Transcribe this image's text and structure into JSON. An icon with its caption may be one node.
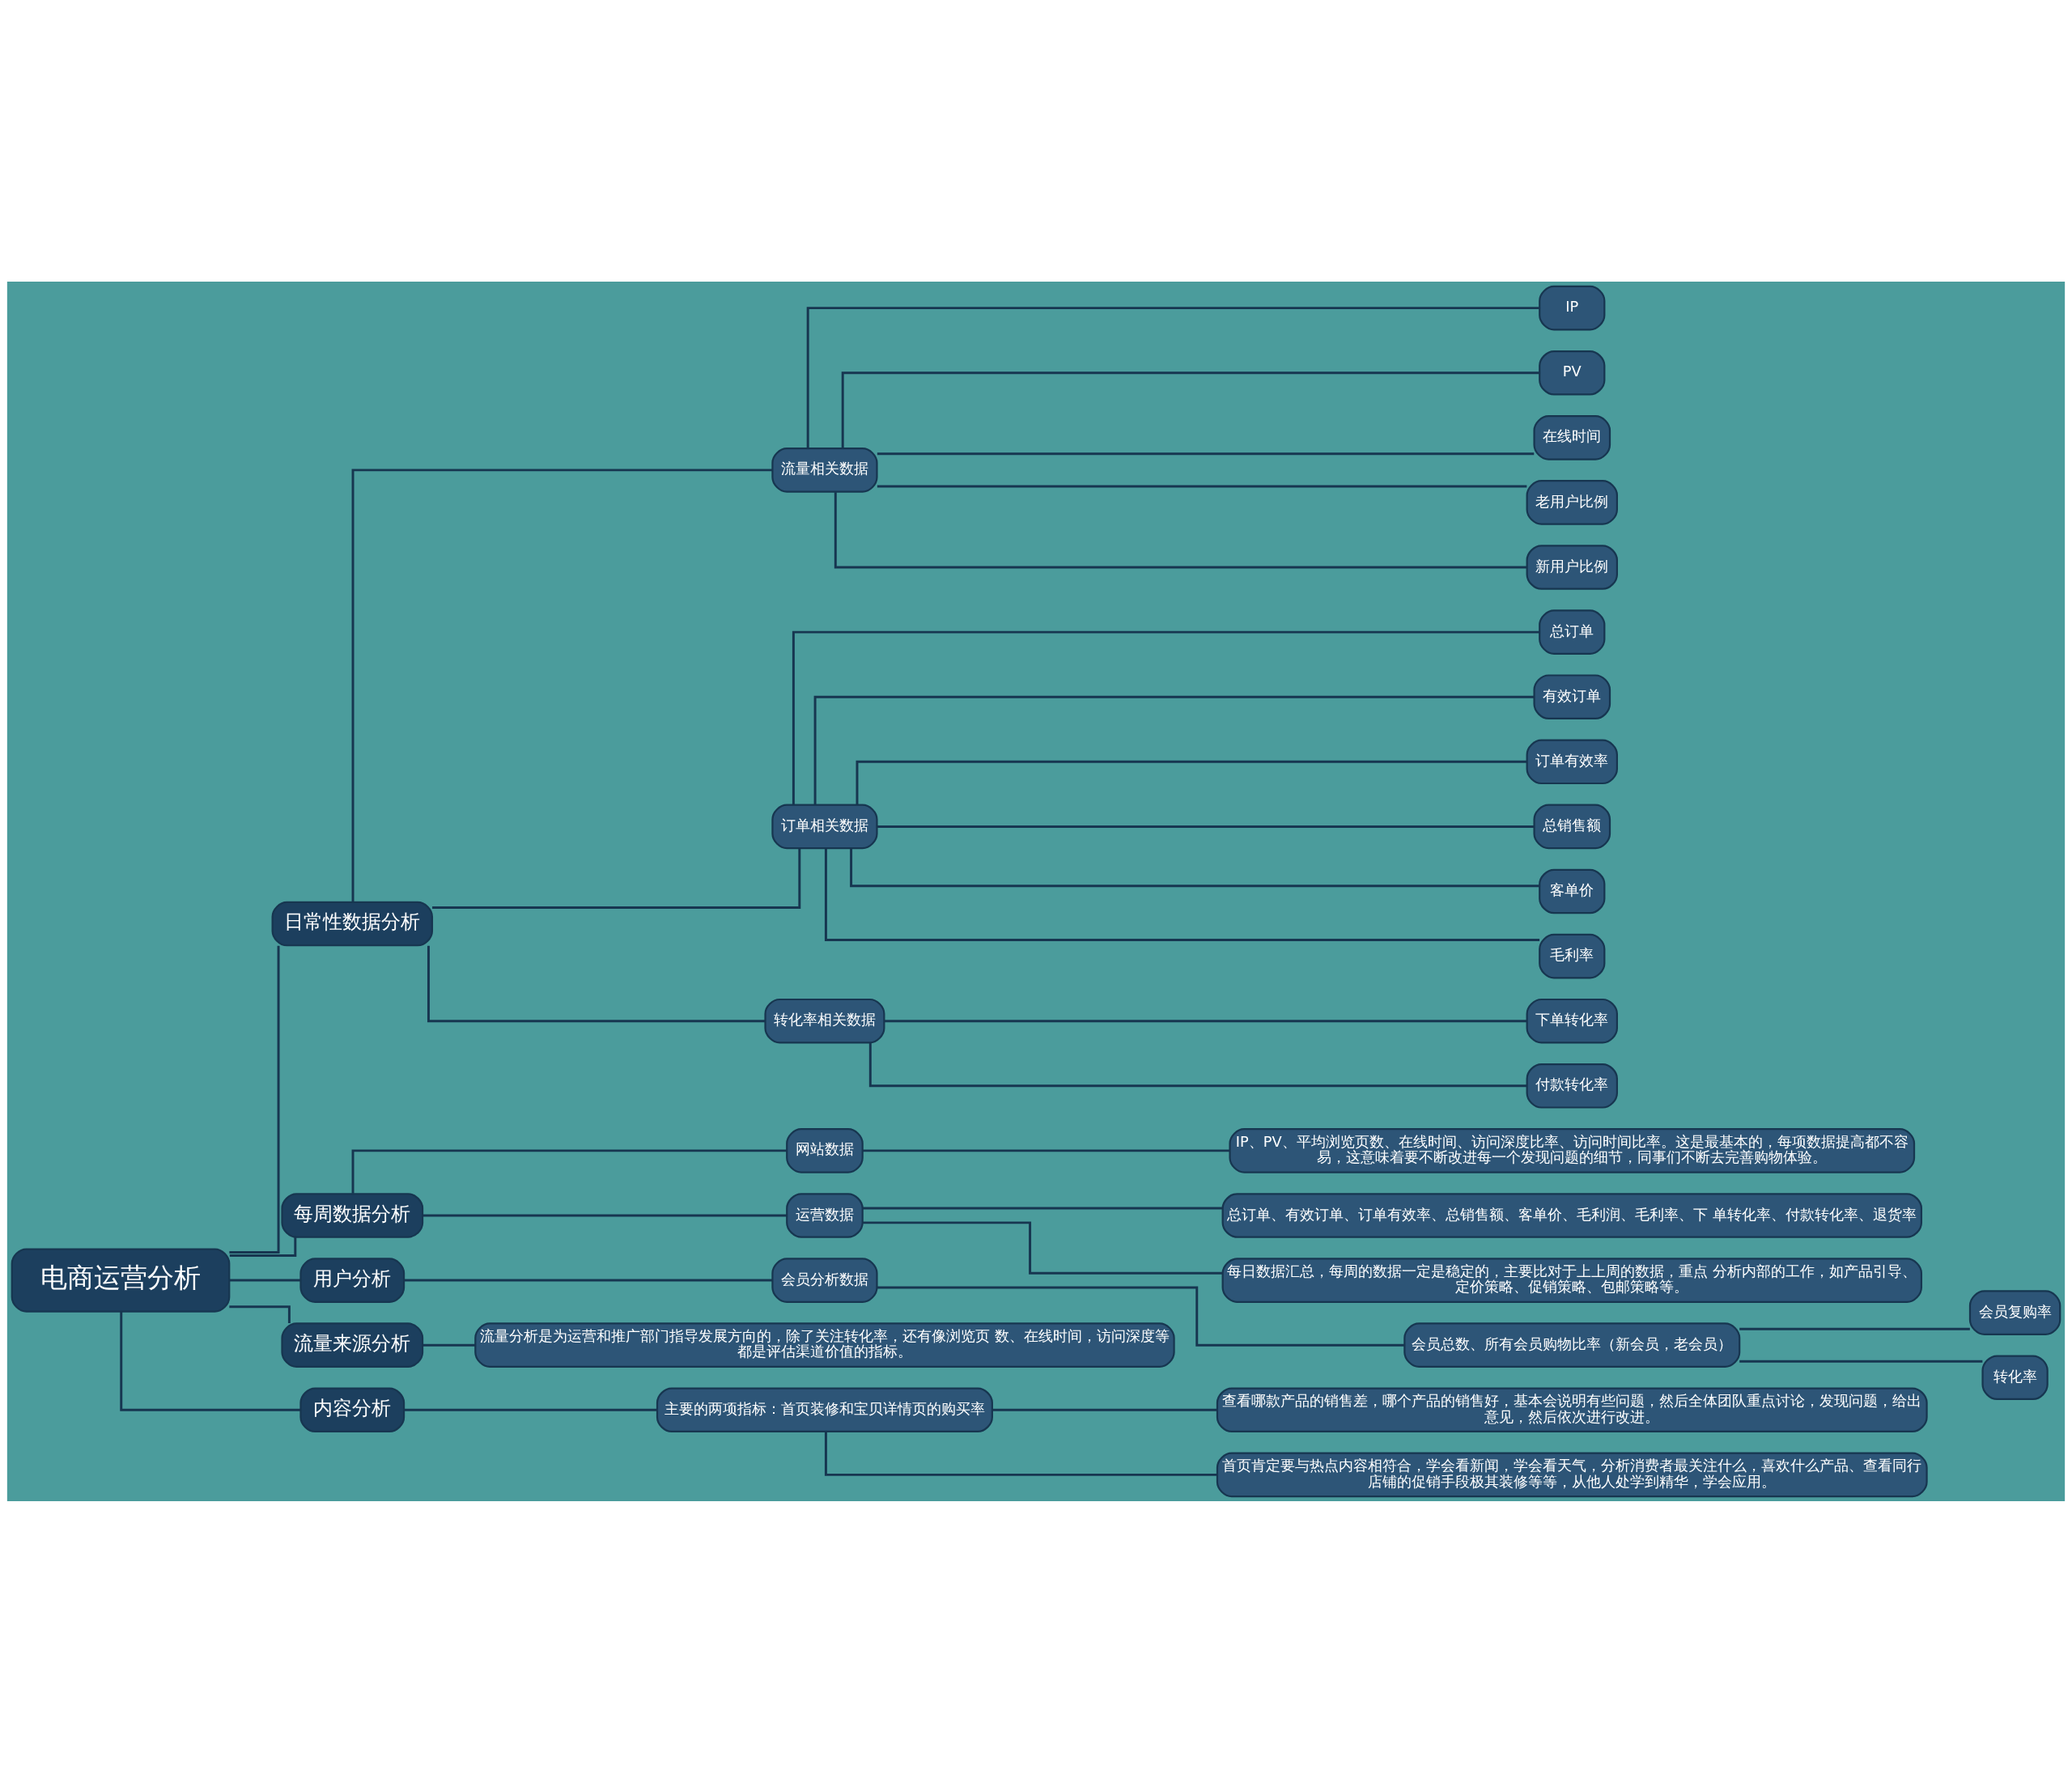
{
  "diagram": {
    "nodes": [
      {
        "text": [
          "电商运营分析"
        ]
      },
      {
        "text": [
          "日常性数据分析"
        ]
      },
      {
        "text": [
          "流量相关数据"
        ]
      },
      {
        "text": [
          "IP"
        ]
      },
      {
        "text": [
          "PV"
        ]
      },
      {
        "text": [
          "在线时间"
        ]
      },
      {
        "text": [
          "老用户比例"
        ]
      },
      {
        "text": [
          "新用户比例"
        ]
      },
      {
        "text": [
          "订单相关数据"
        ]
      },
      {
        "text": [
          "总订单"
        ]
      },
      {
        "text": [
          "有效订单"
        ]
      },
      {
        "text": [
          "订单有效率"
        ]
      },
      {
        "text": [
          "总销售额"
        ]
      },
      {
        "text": [
          "客单价"
        ]
      },
      {
        "text": [
          "毛利率"
        ]
      },
      {
        "text": [
          "转化率相关数据"
        ]
      },
      {
        "text": [
          "下单转化率"
        ]
      },
      {
        "text": [
          "付款转化率"
        ]
      },
      {
        "text": [
          "每周数据分析"
        ]
      },
      {
        "text": [
          "网站数据"
        ]
      },
      {
        "text": [
          "IP、PV、平均浏览页数、在线时间、访问深度比率、访问时间比率。这是最基本的，每项数据提高都不容易，这意味着要不断改进每一个发现问题的细节，同事们不断去完善购物体验。"
        ]
      },
      {
        "text": [
          "运营数据"
        ]
      },
      {
        "text": [
          "总订单、有效订单、订单有效率、总销售额、客单价、毛利润、毛利率、下 单转化率、付款转化率、退货率"
        ]
      },
      {
        "text": [
          "每日数据汇总，每周的数据一定是稳定的，主要比对于上上周的数据，重点 分析内部的工作，如产品引导、定价策略、促销策略、包邮策略等。"
        ]
      },
      {
        "text": [
          "用户分析"
        ]
      },
      {
        "text": [
          "会员分析数据"
        ]
      },
      {
        "text": [
          "会员总数、所有会员购物比率（新会员，老会员）"
        ]
      },
      {
        "text": [
          "会员复购率"
        ]
      },
      {
        "text": [
          "转化率"
        ]
      },
      {
        "text": [
          "流量来源分析"
        ]
      },
      {
        "text": [
          "流量分析是为运营和推广部门指导发展方向的，除了关注转化率，还有像浏览页 数、在线时间，访问深度等都是评估渠道价值的指标。"
        ]
      },
      {
        "text": [
          "内容分析"
        ]
      },
      {
        "text": [
          "主要的两项指标：首页装修和宝贝详情页的购买率"
        ]
      },
      {
        "text": [
          "查看哪款产品的销售差，哪个产品的销售好，基本会说明有些问题，然后全体团队重点讨论，发现问题，给出意见，然后依次进行改进。"
        ]
      },
      {
        "text": [
          "首页肯定要与热点内容相符合，学会看新闻，学会看天气，分析消费者最关注什么，喜欢什么产品、查看同行店铺的促销手段极其装修等等，从他人处学到精华，学会应用。"
        ]
      }
    ],
    "edges": [
      {
        "from": 0,
        "to": 1,
        "arrow": "none"
      },
      {
        "from": 1,
        "to": 2,
        "arrow": "none"
      },
      {
        "from": 2,
        "to": 3,
        "arrow": "none"
      },
      {
        "from": 2,
        "to": 4,
        "arrow": "none"
      },
      {
        "from": 2,
        "to": 5,
        "arrow": "none"
      },
      {
        "from": 2,
        "to": 6,
        "arrow": "none"
      },
      {
        "from": 2,
        "to": 7,
        "arrow": "none"
      },
      {
        "from": 1,
        "to": 8,
        "arrow": "none"
      },
      {
        "from": 8,
        "to": 9,
        "arrow": "none"
      },
      {
        "from": 8,
        "to": 10,
        "arrow": "none"
      },
      {
        "from": 8,
        "to": 11,
        "arrow": "none"
      },
      {
        "from": 8,
        "to": 12,
        "arrow": "none"
      },
      {
        "from": 8,
        "to": 13,
        "arrow": "none"
      },
      {
        "from": 8,
        "to": 14,
        "arrow": "none"
      },
      {
        "from": 1,
        "to": 15,
        "arrow": "none"
      },
      {
        "from": 15,
        "to": 16,
        "arrow": "none"
      },
      {
        "from": 15,
        "to": 17,
        "arrow": "none"
      },
      {
        "from": 0,
        "to": 18,
        "arrow": "none"
      },
      {
        "from": 18,
        "to": 19,
        "arrow": "none"
      },
      {
        "from": 19,
        "to": 20,
        "arrow": "none"
      },
      {
        "from": 18,
        "to": 21,
        "arrow": "none"
      },
      {
        "from": 21,
        "to": 22,
        "arrow": "none"
      },
      {
        "from": 21,
        "to": 23,
        "arrow": "none"
      },
      {
        "from": 0,
        "to": 24,
        "arrow": "none"
      },
      {
        "from": 24,
        "to": 25,
        "arrow": "none"
      },
      {
        "from": 25,
        "to": 26,
        "arrow": "none"
      },
      {
        "from": 26,
        "to": 27,
        "arrow": "none"
      },
      {
        "from": 26,
        "to": 28,
        "arrow": "none"
      },
      {
        "from": 0,
        "to": 29,
        "arrow": "none"
      },
      {
        "from": 29,
        "to": 30,
        "arrow": "none"
      },
      {
        "from": 0,
        "to": 31,
        "arrow": "none"
      },
      {
        "from": 31,
        "to": 32,
        "arrow": "none"
      },
      {
        "from": 32,
        "to": 33,
        "arrow": "none"
      },
      {
        "from": 32,
        "to": 34,
        "arrow": "none"
      }
    ]
  }
}
